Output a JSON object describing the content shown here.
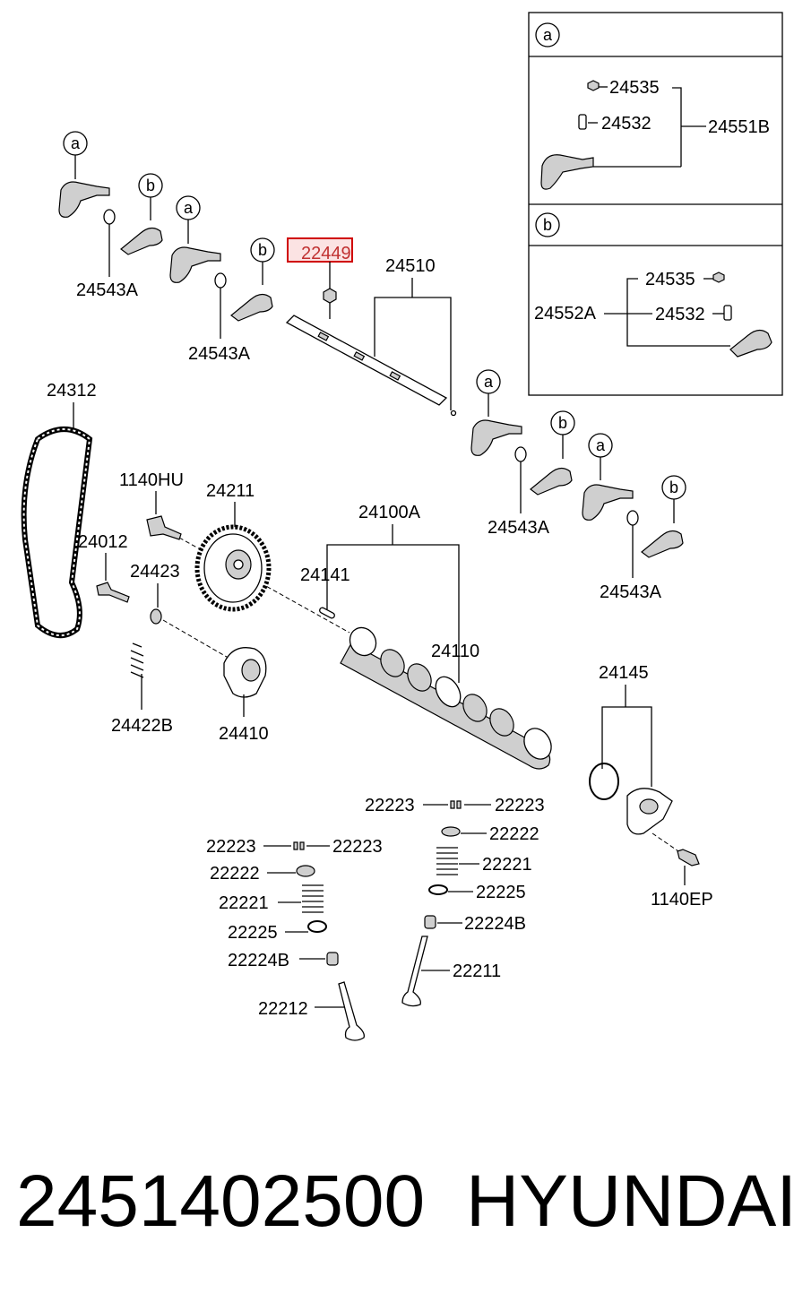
{
  "highlighted_part": "22449",
  "detail_a": {
    "marker": "a",
    "labels": [
      "24535",
      "24532",
      "24551B"
    ]
  },
  "detail_b": {
    "marker": "b",
    "labels": [
      "24535",
      "24552A",
      "24532"
    ]
  },
  "labels": {
    "rocker_washer_1": "24543A",
    "rocker_washer_2": "24543A",
    "rocker_washer_3": "24543A",
    "rocker_washer_4": "24543A",
    "rocker_shaft": "24510",
    "timing_belt": "24312",
    "bolt_hu": "1140HU",
    "sprocket": "24211",
    "camshaft_assy": "24100A",
    "bolt_tensioner": "24012",
    "washer": "24423",
    "pin": "24141",
    "camshaft": "24110",
    "spring_tensioner": "24422B",
    "tensioner": "24410",
    "housing": "24145",
    "retainer_lock_r1": "22223",
    "retainer_lock_r2": "22223",
    "retainer_r": "22222",
    "spring_r": "22221",
    "seat_r": "22225",
    "seal_r": "22224B",
    "valve_r": "22211",
    "retainer_lock_l1": "22223",
    "retainer_lock_l2": "22223",
    "retainer_l": "22222",
    "spring_l": "22221",
    "seat_l": "22225",
    "seal_l": "22224B",
    "valve_l": "22212",
    "bolt_ep": "1140EP"
  },
  "markers": {
    "m1": "a",
    "m2": "b",
    "m3": "a",
    "m4": "b",
    "m5": "a",
    "m6": "b",
    "m7": "a",
    "m8": "b"
  },
  "footer": {
    "part_number": "2451402500",
    "brand": "HYUNDAI"
  }
}
